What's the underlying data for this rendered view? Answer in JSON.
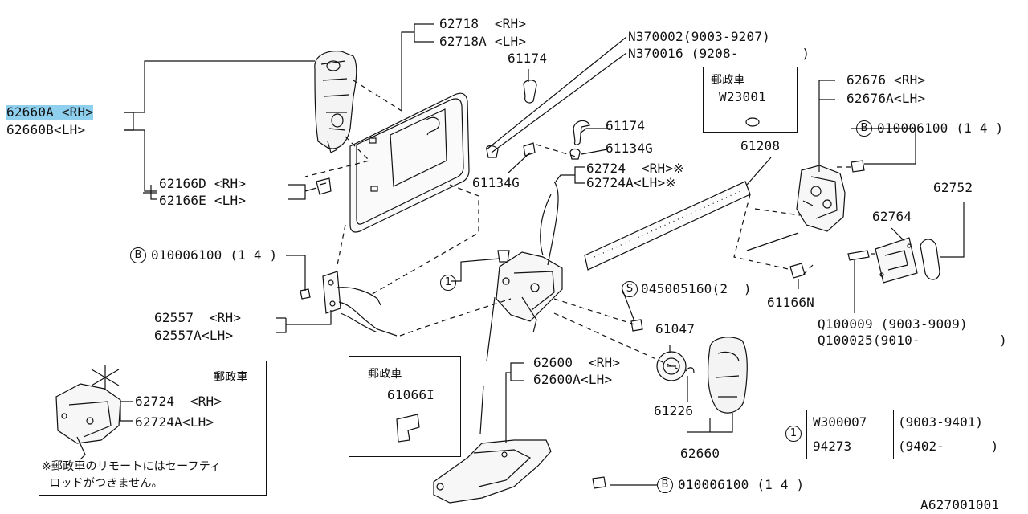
{
  "labels": {
    "l62718": "62718  <RH>",
    "l62718A": "62718A <LH>",
    "l61174a": "61174",
    "lN370002": "N370002(9003-9207)",
    "lN370016": "N370016 (9208-        )",
    "lpost1": "郵政車",
    "lW23001": "W23001",
    "l62676": "62676 <RH>",
    "l62676A": "62676A<LH>",
    "lB1": "010006100 (1 4 )",
    "l62660A": "62660A <RH>",
    "l62660B": "62660B<LH>",
    "l61174b": "61174",
    "l61134Ga": "61134G",
    "l61208": "61208",
    "l61134Gb": "61134G",
    "l62724": "62724  <RH>※",
    "l62724A": "62724A<LH>※",
    "l62752": "62752",
    "l62166D": "62166D <RH>",
    "l62166E": "62166E <LH>",
    "l62764": "62764",
    "lB2": "010006100 (1 4 )",
    "lS": "045005160(2  )",
    "l61166N": "61166N",
    "l62557": "62557  <RH>",
    "l62557A": "62557A<LH>",
    "l61047": "61047",
    "lQ100009": "Q100009 (9003-9009)",
    "lQ100025": "Q100025(9010-          )",
    "lpost2": "郵政車",
    "lpost3": "郵政車",
    "l61066I": "61066I",
    "l62600": "62600  <RH>",
    "l62600A": "62600A<LH>",
    "l62724b": "62724  <RH>",
    "l62724Ab": "62724A<LH>",
    "l61226": "61226",
    "l62660": "62660",
    "note1": "※郵政車のリモートにはセーフティ",
    "note2": "  ロッドがつきません。",
    "lB3": "010006100 (1 4 )",
    "figure_id": "A627001001"
  },
  "markers": {
    "B": "B",
    "S": "S",
    "one": "1"
  },
  "table": {
    "num": "1",
    "rows": [
      {
        "part": "W300007",
        "range": "(9003-9401)"
      },
      {
        "part": "94273",
        "range": "(9402-      )"
      }
    ]
  },
  "colors": {
    "line": "#111111",
    "highlight": "#8fd0ef",
    "part_fill": "#f4f4f4"
  }
}
